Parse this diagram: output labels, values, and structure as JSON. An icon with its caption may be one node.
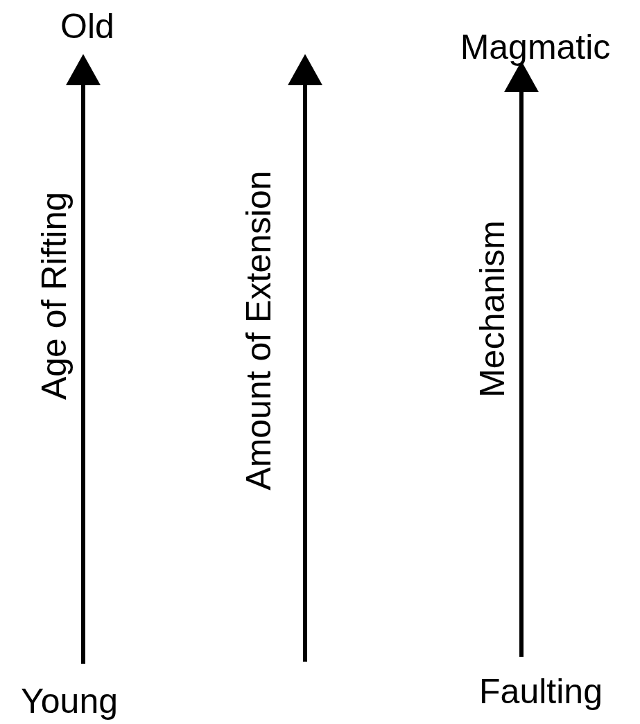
{
  "diagram": {
    "labels": [
      "Old",
      "Age of Rifting",
      "Young",
      "Amount of Extension",
      "Magmatic",
      "Mechanism",
      "Faulting"
    ]
  }
}
